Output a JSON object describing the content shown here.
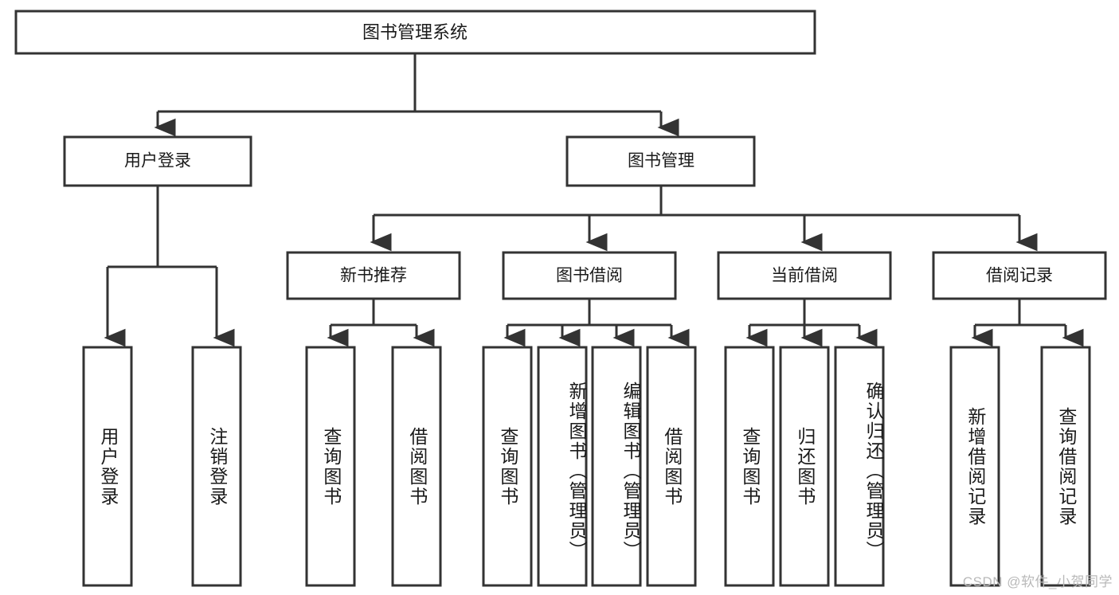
{
  "diagram": {
    "type": "tree-hierarchy",
    "title_node": {
      "label": "图书管理系统"
    },
    "level2": [
      {
        "id": "user-login",
        "label": "用户登录"
      },
      {
        "id": "book-manage",
        "label": "图书管理"
      }
    ],
    "level3": [
      {
        "id": "new-book-recommend",
        "label": "新书推荐",
        "parent": "book-manage"
      },
      {
        "id": "book-borrow",
        "label": "图书借阅",
        "parent": "book-manage"
      },
      {
        "id": "current-borrow",
        "label": "当前借阅",
        "parent": "book-manage"
      },
      {
        "id": "borrow-record",
        "label": "借阅记录",
        "parent": "book-manage"
      }
    ],
    "leaves": {
      "user-login": [
        {
          "id": "leaf-user-login",
          "label": "用户登录"
        },
        {
          "id": "leaf-user-logout",
          "label": "注销登录"
        }
      ],
      "new-book-recommend": [
        {
          "id": "leaf-query-book-1",
          "label": "查询图书"
        },
        {
          "id": "leaf-borrow-book-1",
          "label": "借阅图书"
        }
      ],
      "book-borrow": [
        {
          "id": "leaf-query-book-2",
          "label": "查询图书"
        },
        {
          "id": "leaf-add-book",
          "label": "新增图书（管理员）"
        },
        {
          "id": "leaf-edit-book",
          "label": "编辑图书（管理员）"
        },
        {
          "id": "leaf-borrow-book-2",
          "label": "借阅图书"
        }
      ],
      "current-borrow": [
        {
          "id": "leaf-query-book-3",
          "label": "查询图书"
        },
        {
          "id": "leaf-return-book",
          "label": "归还图书"
        },
        {
          "id": "leaf-confirm-return",
          "label": "确认归还（管理员）"
        }
      ],
      "borrow-record": [
        {
          "id": "leaf-add-record",
          "label": "新增借阅记录"
        },
        {
          "id": "leaf-query-record",
          "label": "查询借阅记录"
        }
      ]
    }
  },
  "watermark": {
    "text": "CSDN @软件_小贺同学"
  },
  "colors": {
    "stroke": "#333333",
    "box_fill": "#ffffff",
    "text": "#1a1a1a",
    "watermark": "#b9b9b9",
    "background": "#ffffff"
  }
}
